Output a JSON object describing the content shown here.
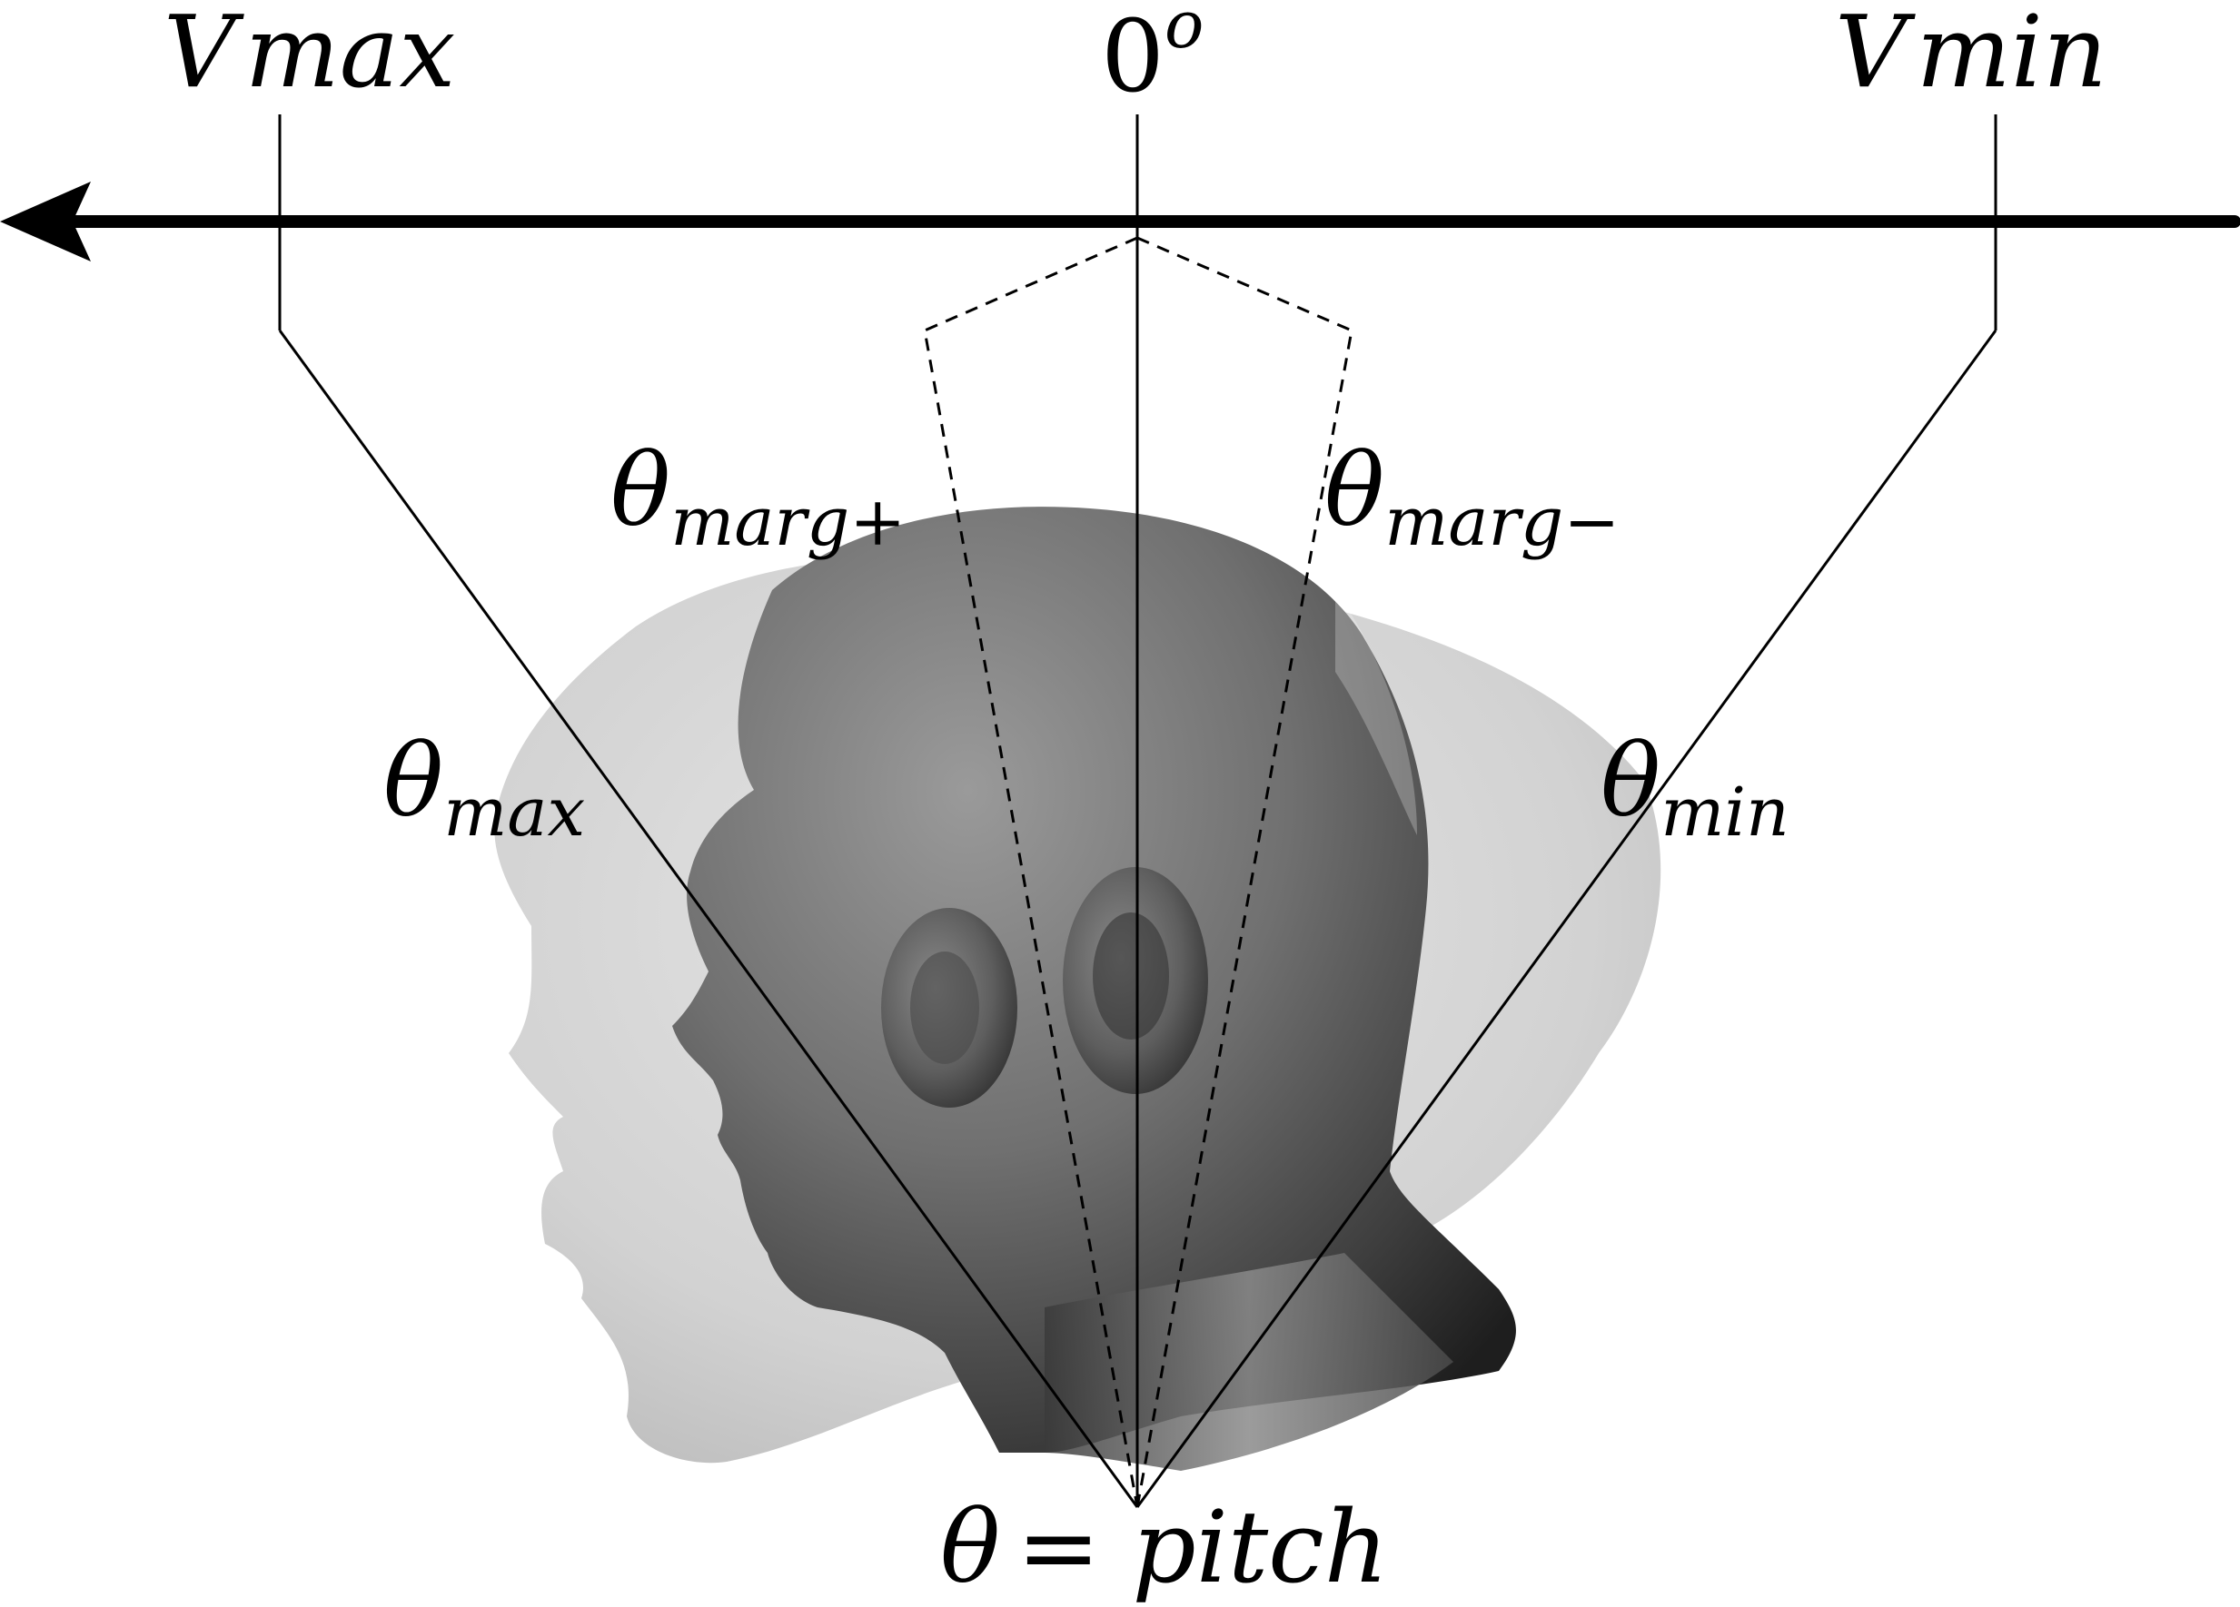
{
  "axis": {
    "left_label_main": "V",
    "left_label_rest": "max",
    "center_label": "0",
    "center_sup": "o",
    "right_label_main": "V",
    "right_label_rest": "min"
  },
  "angles": {
    "theta_symbol": "θ",
    "marg_plus_sub": "marg+",
    "marg_minus_sub": "marg−",
    "max_sub": "max",
    "min_sub": "min",
    "pitch_eq": "= pitch"
  },
  "colors": {
    "line": "#000000",
    "head_front": "#6f6f6f",
    "head_ghost": "#d9d9d9"
  }
}
